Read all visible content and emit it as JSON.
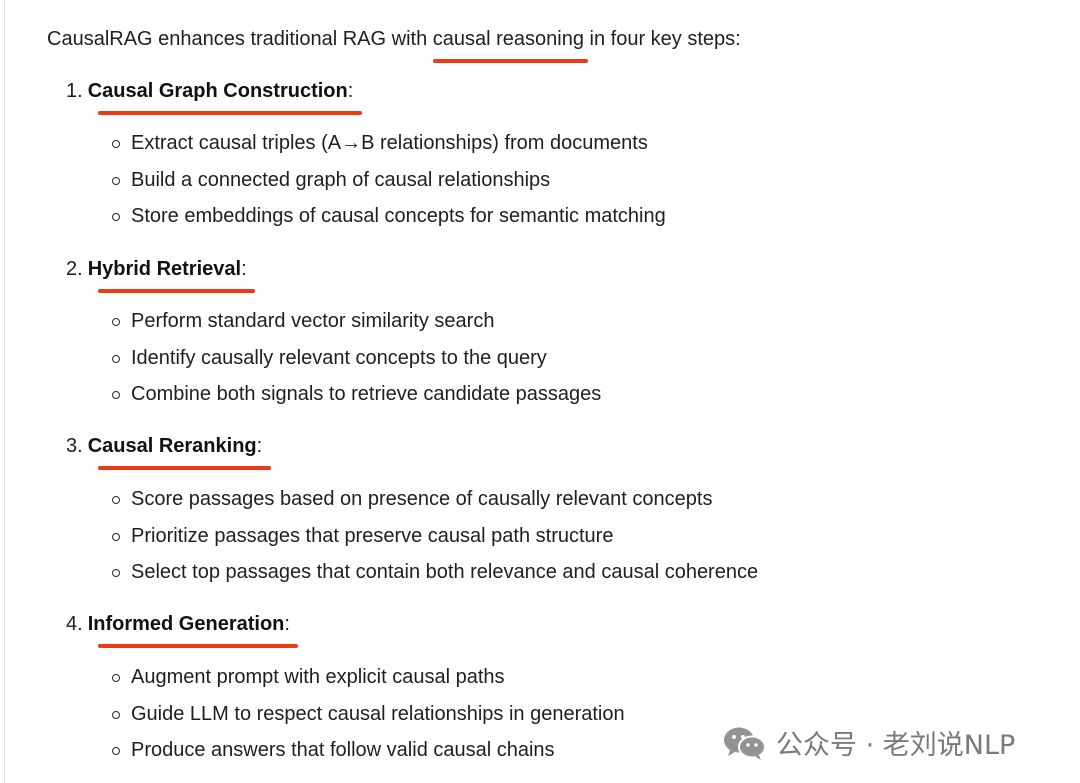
{
  "intro": {
    "before": "CausalRAG enhances traditional RAG with ",
    "highlight": "causal reasoning",
    "after": " in four key steps:"
  },
  "steps": [
    {
      "number": "1.",
      "title": "Causal Graph Construction",
      "suffix": ":",
      "bullets": [
        "Extract causal triples (A→B relationships) from documents",
        "Build a connected graph of causal relationships",
        "Store embeddings of causal concepts for semantic matching"
      ]
    },
    {
      "number": "2.",
      "title": "Hybrid Retrieval",
      "suffix": ":",
      "bullets": [
        "Perform standard vector similarity search",
        "Identify causally relevant concepts to the query",
        "Combine both signals to retrieve candidate passages"
      ]
    },
    {
      "number": "3.",
      "title": "Causal Reranking",
      "suffix": ":",
      "bullets": [
        "Score passages based on presence of causally relevant concepts",
        "Prioritize passages that preserve causal path structure",
        "Select top passages that contain both relevance and causal coherence"
      ]
    },
    {
      "number": "4.",
      "title": "Informed Generation",
      "suffix": ":",
      "bullets": [
        "Augment prompt with explicit causal paths",
        "Guide LLM to respect causal relationships in generation",
        "Produce answers that follow valid causal chains"
      ]
    }
  ],
  "watermark": {
    "icon": "wechat-icon",
    "text": "公众号 · 老刘说NLP"
  },
  "colors": {
    "underline": "#ec3a16",
    "text": "#1f1f1f"
  }
}
